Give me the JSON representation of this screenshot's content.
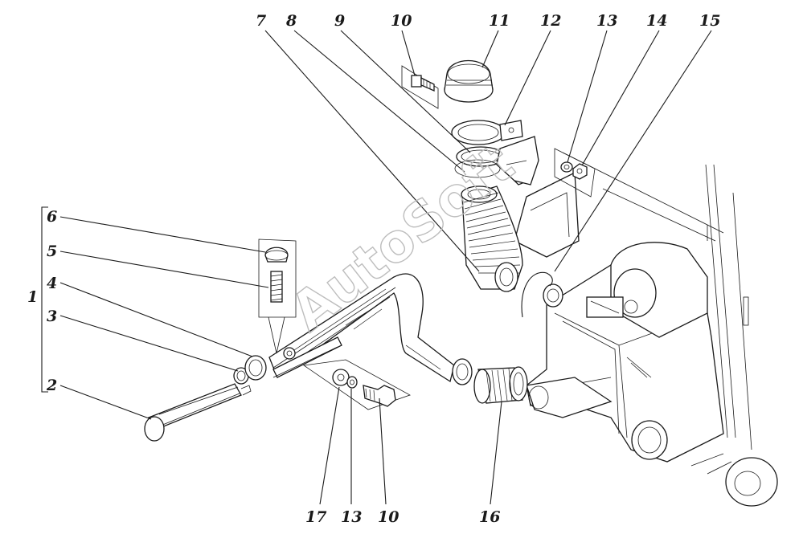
{
  "watermark": "AutoSoft",
  "callouts": {
    "c1": "1",
    "c2": "2",
    "c3": "3",
    "c4": "4",
    "c5": "5",
    "c6": "6",
    "c7": "7",
    "c8": "8",
    "c9": "9",
    "c10_top": "10",
    "c11": "11",
    "c12": "12",
    "c13_top": "13",
    "c14": "14",
    "c15": "15",
    "c16": "16",
    "c17": "17",
    "c13_bottom": "13",
    "c10_bottom": "10"
  }
}
